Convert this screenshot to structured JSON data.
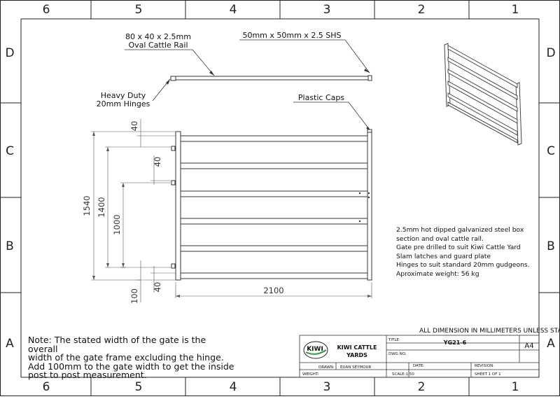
{
  "zones": {
    "columns": [
      "6",
      "5",
      "4",
      "3",
      "2",
      "1"
    ],
    "rows": [
      "D",
      "C",
      "B",
      "A"
    ]
  },
  "callouts": {
    "oval_rail": [
      "80 x 40 x 2.5mm",
      "Oval Cattle Rail"
    ],
    "shs": "50mm x 50mm x 2.5 SHS",
    "hinges": [
      "Heavy Duty",
      "20mm Hinges"
    ],
    "caps": "Plastic Caps"
  },
  "dimensions": {
    "overall_height": "1540",
    "height_1400": "1400",
    "height_1000": "1000",
    "top_offset": "40",
    "mid_offset": "40",
    "bottom_offset": "40",
    "bottom_100": "100",
    "width": "2100"
  },
  "specs": [
    "2.5mm hot dipped galvanized steel box",
    "section and oval cattle rail.",
    "Gate pre drilled to suit Kiwi Cattle Yard",
    "Slam latches and guard plate",
    "Hinges to suit standard 20mm gudgeons.",
    "Aproximate weight: 56 kg"
  ],
  "note": [
    "Note: The stated width of the gate is the overall",
    "width of the gate frame excluding the hinge.",
    "Add 100mm to the gate width to get the inside",
    "post to post measurement."
  ],
  "title_block": {
    "units_note": "ALL DIMENSION IN MILLIMETERS UNLESS STATED",
    "logo_text": "KIWI",
    "company_line1": "KIWI CATTLE",
    "company_line2": "YARDS",
    "title_label": "TITLE:",
    "title_value": "YG21-6",
    "size": "A4",
    "dwg_label": "DWG NO.",
    "drawn_label": "DRAWN:",
    "drawn_value": "EUAN SEYMOUR",
    "date_label": "DATE:",
    "revision_label": "REVISION:",
    "weight_label": "WEIGHT:",
    "scale_label": "SCALE:1:50",
    "sheet_label": "SHEET 1 OF 1"
  }
}
